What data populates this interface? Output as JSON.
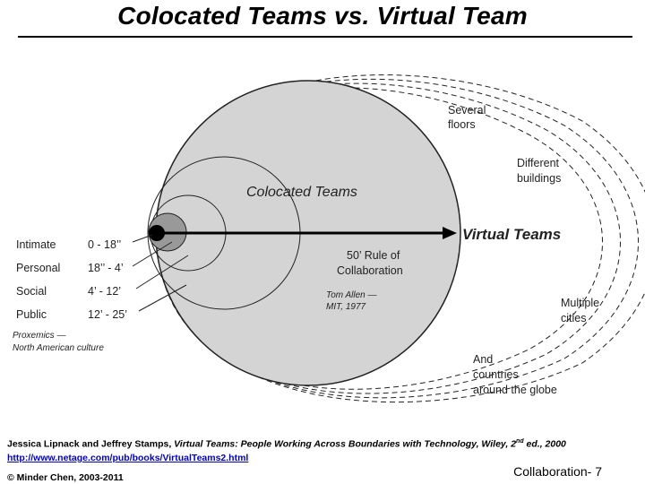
{
  "slide": {
    "title": "Colocated Teams vs. Virtual Team",
    "footer": {
      "citation_authors": "Jessica Lipnack and Jeffrey Stamps, ",
      "citation_book": "Virtual Teams: People Working Across Boundaries with Technology, Wiley, 2",
      "citation_sup": "nd",
      "citation_tail": " ed., 2000",
      "link": "http://www.netage.com/pub/books/VirtualTeams2.html",
      "copyright": "© Minder Chen, 2003-2011",
      "slide_label": "Collaboration-  7"
    }
  },
  "diagram": {
    "colocated_label": "Colocated Teams",
    "virtual_label": "Virtual Teams",
    "rule_label": [
      "50’ Rule  of",
      "Collaboration"
    ],
    "citation_note": [
      "Tom Allen —",
      "MIT, 1977"
    ],
    "distance_labels": [
      [
        "Several",
        "floors"
      ],
      [
        "Different",
        "buildings"
      ],
      [
        "Multiple",
        "cities"
      ],
      [
        "And",
        "countries",
        "around the globe"
      ]
    ],
    "proxemics": [
      {
        "zone": "Intimate",
        "range": "0 - 18’’"
      },
      {
        "zone": "Personal",
        "range": "18’’ - 4’"
      },
      {
        "zone": "Social",
        "range": "4’ - 12’"
      },
      {
        "zone": "Public",
        "range": "12’ - 25’"
      }
    ],
    "proxemics_note": [
      "Proxemics —",
      "North American culture"
    ],
    "colors": {
      "big_circle": "#d4d4d4",
      "inner_circle": "#999999",
      "stroke": "#222222"
    }
  }
}
